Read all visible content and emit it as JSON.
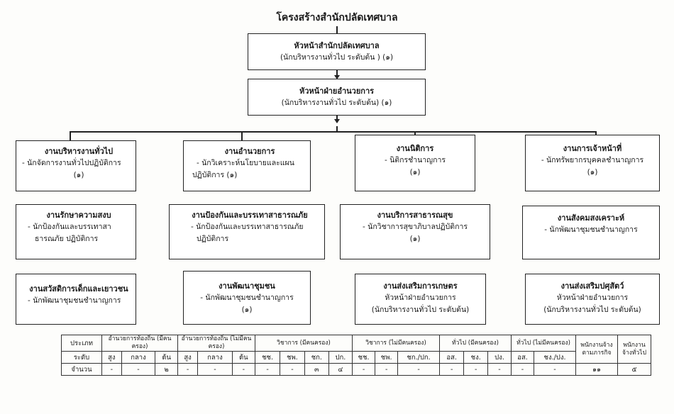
{
  "title": "โครงสร้างสำนักปลัดเทศบาล",
  "head": {
    "title": "หัวหน้าสำนักปลัดเทศบาล",
    "sub": "(นักบริหารงานทั่วไป ระดับต้น ) (๑)"
  },
  "admin": {
    "title": "หัวหน้าฝ่ายอำนวยการ",
    "sub": "(นักบริหารงานทั่วไป ระดับต้น) (๑)"
  },
  "col1": {
    "b1": {
      "title": "งานบริหารงานทั่วไป",
      "l1": "- นักจัดการงานทั่วไปปฏิบัติการ",
      "l2": "(๑)"
    },
    "b2": {
      "title": "งานรักษาความสงบ",
      "l1": "- นักป้องกันและบรรเทาสา",
      "l2": "ธารณภัย ปฏิบัติการ"
    },
    "b3": {
      "title": "งานสวัสดิการเด็กและเยาวชน",
      "l1": "- นักพัฒนาชุมชนชำนาญการ"
    }
  },
  "col2": {
    "b1": {
      "title": "งานอำนวยการ",
      "l1": "- นักวิเคราะห์นโยบายและแผน",
      "l2": "ปฏิบัติการ (๑)"
    },
    "b2": {
      "title": "งานป้องกันและบรรเทาสาธารณภัย",
      "l1": "- นักป้องกันและบรรเทาสาธารณภัย",
      "l2": "ปฏิบัติการ"
    },
    "b3": {
      "title": "งานพัฒนาชุมชน",
      "l1": "- นักพัฒนาชุมชนชำนาญการ",
      "l2": "(๑)"
    }
  },
  "col3": {
    "b1": {
      "title": "งานนิติการ",
      "l1": "- นิติกรชำนาญการ",
      "l2": "(๑)"
    },
    "b2": {
      "title": "งานบริการสาธารณสุข",
      "l1": "- นักวิชาการสุขาภิบาลปฏิบัติการ",
      "l2": "(๑)"
    },
    "b3": {
      "title": "งานส่งเสริมการเกษตร",
      "l1": "หัวหน้าฝ่ายอำนวยการ",
      "l2": "(นักบริหารงานทั่วไป ระดับต้น)"
    }
  },
  "col4": {
    "b1": {
      "title": "งานการเจ้าหน้าที่",
      "l1": "- นักทรัพยากรบุคคลชำนาญการ",
      "l2": "(๑)"
    },
    "b2": {
      "title": "งานสังคมสงเคราะห์",
      "l1": "- นักพัฒนาชุมชนชำนาญการ"
    },
    "b3": {
      "title": "งานส่งเสริมปศุสัตว์",
      "l1": "หัวหน้าฝ่ายอำนวยการ",
      "l2": "(นักบริหารงานทั่วไป ระดับต้น)"
    }
  },
  "table": {
    "row_type": "ประเภท",
    "row_level": "ระดับ",
    "row_count": "จำนวน",
    "groups": [
      "อำนวยการท้องถิ่น (มีคนครอง)",
      "อำนวยการท้องถิ่น (ไม่มีคนครอง)",
      "วิชาการ (มีคนครอง)",
      "วิชาการ (ไม่มีคนครอง)",
      "ทั่วไป (มีคนครอง)",
      "ทั่วไป (ไม่มีคนครอง)"
    ],
    "extra1": "พนักงานจ้างตามภารกิจ",
    "extra2": "พนักงานจ้างทั่วไป",
    "levels": [
      "สูง",
      "กลาง",
      "ต้น",
      "สูง",
      "กลาง",
      "ต้น",
      "ชช.",
      "ชพ.",
      "ชก.",
      "ปก.",
      "ชช.",
      "ชพ.",
      "ชก./ปก.",
      "อส.",
      "ชง.",
      "ปง.",
      "อส.",
      "ชง./ปง."
    ],
    "counts": [
      "-",
      "-",
      "๒",
      "-",
      "-",
      "-",
      "-",
      "-",
      "๓",
      "๔",
      "-",
      "-",
      "-",
      "-",
      "-",
      "-",
      "-",
      "-",
      "๑๑",
      "๕"
    ]
  }
}
